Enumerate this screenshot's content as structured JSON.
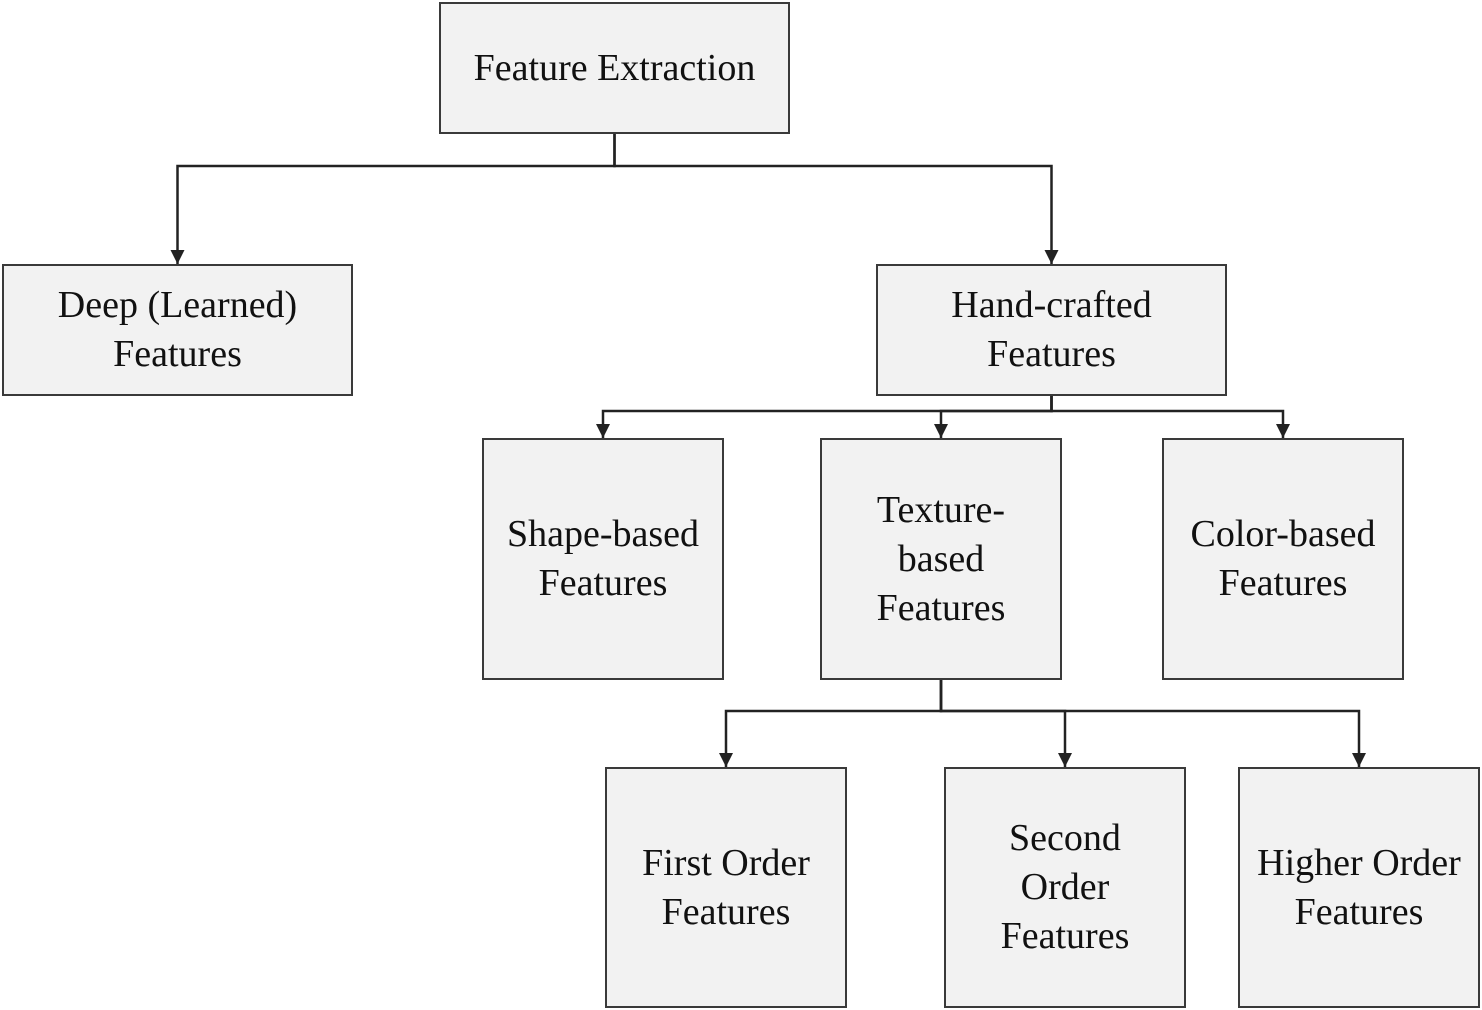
{
  "colors": {
    "box_fill": "#f2f2f2",
    "box_border": "#3a3a3a",
    "line": "#222222",
    "text": "#111111"
  },
  "nodes": {
    "root": {
      "lines": [
        "Feature Extraction"
      ]
    },
    "deep": {
      "lines": [
        "Deep (Learned)",
        "Features"
      ]
    },
    "handcrafted": {
      "lines": [
        "Hand-crafted",
        "Features"
      ]
    },
    "shape": {
      "lines": [
        "Shape-based",
        "Features"
      ]
    },
    "texture": {
      "lines": [
        "Texture-",
        "based",
        "Features"
      ]
    },
    "color": {
      "lines": [
        "Color-based",
        "Features"
      ]
    },
    "first_order": {
      "lines": [
        "First Order",
        "Features"
      ]
    },
    "second_order": {
      "lines": [
        "Second",
        "Order",
        "Features"
      ]
    },
    "higher_order": {
      "lines": [
        "Higher Order",
        "Features"
      ]
    }
  },
  "edges": [
    [
      "root",
      "deep"
    ],
    [
      "root",
      "handcrafted"
    ],
    [
      "handcrafted",
      "shape"
    ],
    [
      "handcrafted",
      "texture"
    ],
    [
      "handcrafted",
      "color"
    ],
    [
      "texture",
      "first_order"
    ],
    [
      "texture",
      "second_order"
    ],
    [
      "texture",
      "higher_order"
    ]
  ]
}
